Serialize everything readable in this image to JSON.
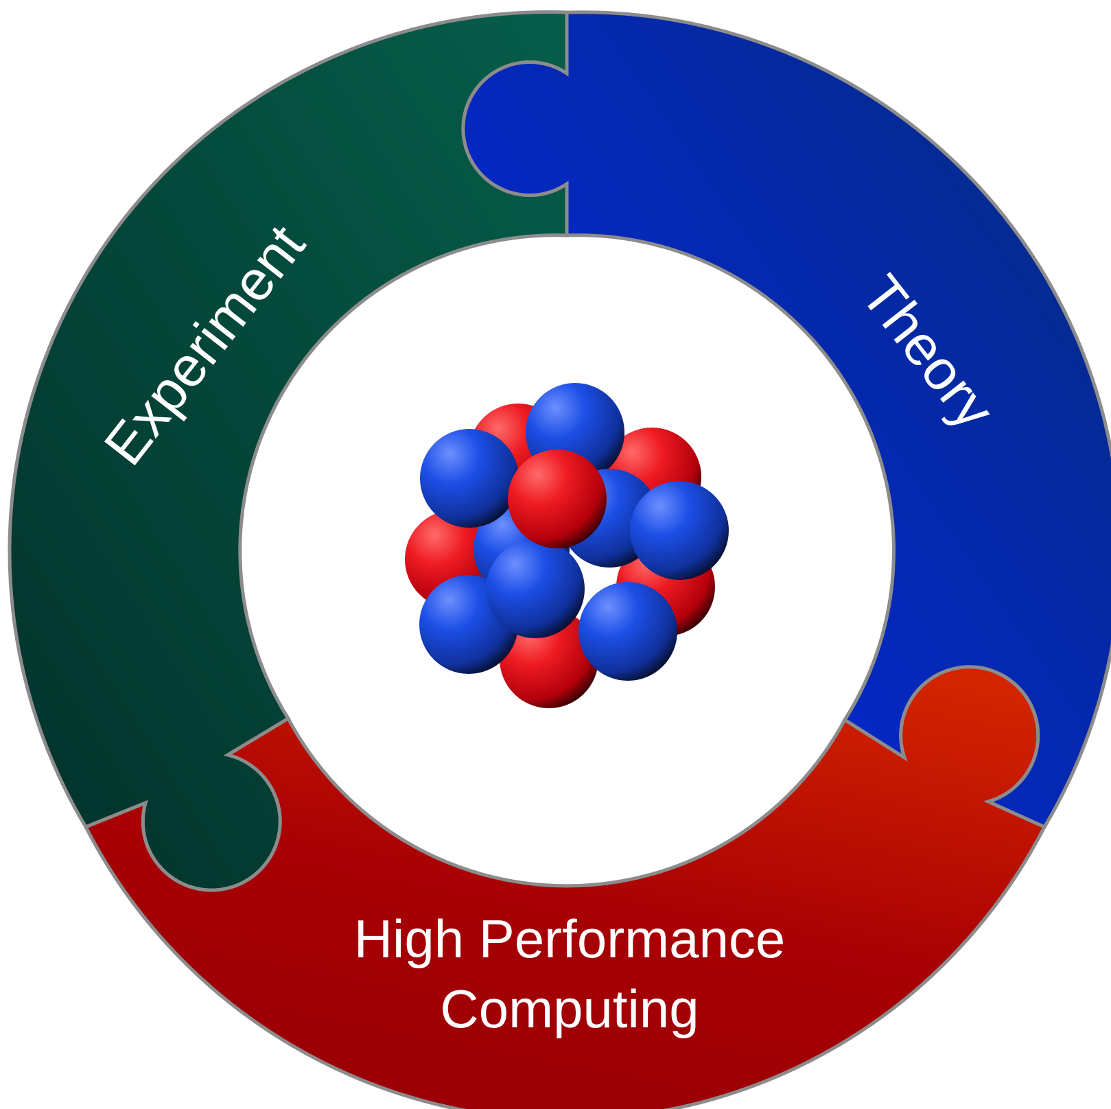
{
  "segments": {
    "experiment": {
      "label": "Experiment",
      "color_light": "#065a47",
      "color_dark": "#02352a"
    },
    "theory": {
      "label": "Theory",
      "color_light": "#0526d6",
      "color_dark": "#042a8c"
    },
    "hpc": {
      "label_line1": "High Performance",
      "label_line2": "Computing",
      "color_light": "#d32400",
      "color_dark": "#990005"
    }
  },
  "nucleus": {
    "proton_color": "#ee1b22",
    "neutron_color": "#1c4fe6"
  },
  "outline_color": "#8c8c8c"
}
